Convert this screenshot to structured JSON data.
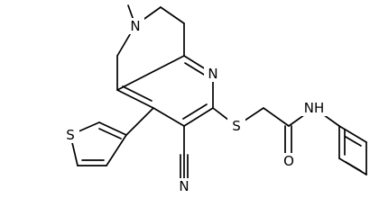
{
  "structure": {
    "atom_labels": {
      "ring_nitrogen": "N",
      "tertiary_amine_nitrogen": "N",
      "thioether_sulfur": "S",
      "thiophene_sulfur": "S",
      "carbonyl_oxygen": "O",
      "amide_nitrogen": "NH",
      "nitrile_nitrogen": "N"
    }
  }
}
